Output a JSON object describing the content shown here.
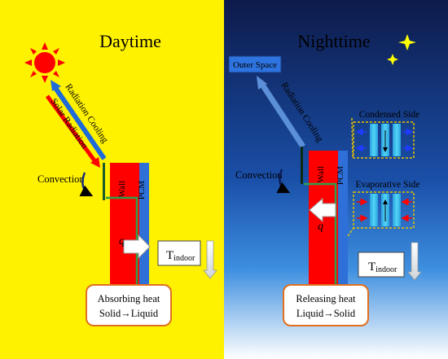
{
  "day": {
    "title": "Daytime",
    "radiation_cooling": "Radiation Cooling",
    "solar_radiation": "Solar Radiation",
    "convection": "Convection",
    "wall": "Wall",
    "pcm": "PCM",
    "q": "q",
    "t_indoor": {
      "main": "T",
      "sub": "indoor"
    },
    "status_line1": "Absorbing heat",
    "status_line2": "Solid→Liquid"
  },
  "night": {
    "title": "Nighttime",
    "outer_space": "Outer Space",
    "radiation_cooling": "Radiation Cooling",
    "convection": "Convection",
    "wall": "Wall",
    "pcm": "PCM",
    "q": "q",
    "condensed_side": "Condensed Side",
    "evaporative_side": "Evaporative Side",
    "t_indoor": {
      "main": "T",
      "sub": "indoor"
    },
    "status_line1": "Releasing heat",
    "status_line2": "Liquid→Solid"
  },
  "colors": {
    "day_background": "#fff200",
    "night_top": "#0d1a4a",
    "night_bottom": "#ffffff",
    "wall": "#ff0000",
    "pcm": "#2e6fd8",
    "heat_pipe": "#2f9e4a",
    "status_border": "#e07020",
    "sun": "#ff0000",
    "moon": "#ffff00"
  }
}
